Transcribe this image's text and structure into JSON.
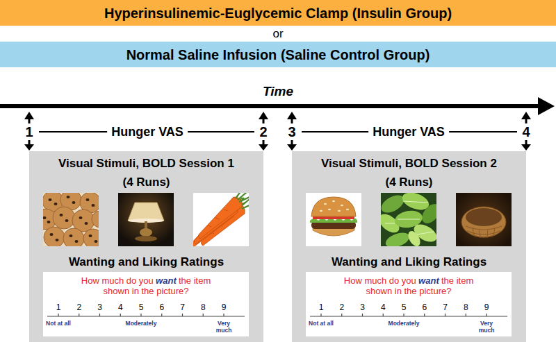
{
  "diagram": {
    "nodes": [
      {
        "text": [
          "Hyperinsulinemic-Euglycemic Clamp (Insulin Group)"
        ]
      },
      {
        "text": [
          "Normal Saline Infusion (Saline Control Group)"
        ]
      },
      {
        "text": [
          "Visual Stimuli, BOLD Session 1 (4 Runs)",
          "Wanting and Liking Ratings"
        ]
      },
      {
        "text": [
          "How much do you",
          "want",
          "the item shown in the picture?",
          "1",
          "2",
          "3",
          "4",
          "5",
          "6",
          "7",
          "8",
          "9",
          "Not at all",
          "Moderately",
          "Very much"
        ],
        "in": 2
      },
      {
        "text": [
          "Visual Stimuli, BOLD Session 2 (4 Runs)",
          "Wanting and Liking Ratings"
        ]
      },
      {
        "text": [
          "How much do you",
          "want",
          "the item shown in the picture?",
          "1",
          "2",
          "3",
          "4",
          "5",
          "6",
          "7",
          "8",
          "9",
          "Not at all",
          "Moderately",
          "Very much"
        ],
        "in": 4
      }
    ],
    "labels": [
      "or",
      "Time",
      "1",
      "Hunger VAS",
      "2",
      "3",
      "Hunger VAS",
      "4"
    ]
  }
}
